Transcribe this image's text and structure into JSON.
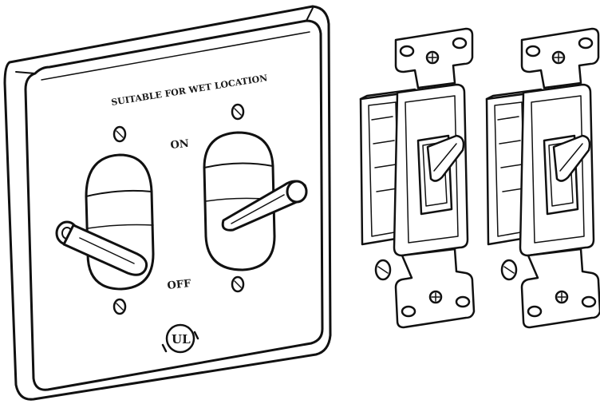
{
  "figure": {
    "plate_caption": "SUITABLE FOR WET LOCATION",
    "on_label": "ON",
    "off_label": "OFF",
    "cert_mark_letters": "UL",
    "line_color": "#111111",
    "fill_color": "#ffffff"
  }
}
